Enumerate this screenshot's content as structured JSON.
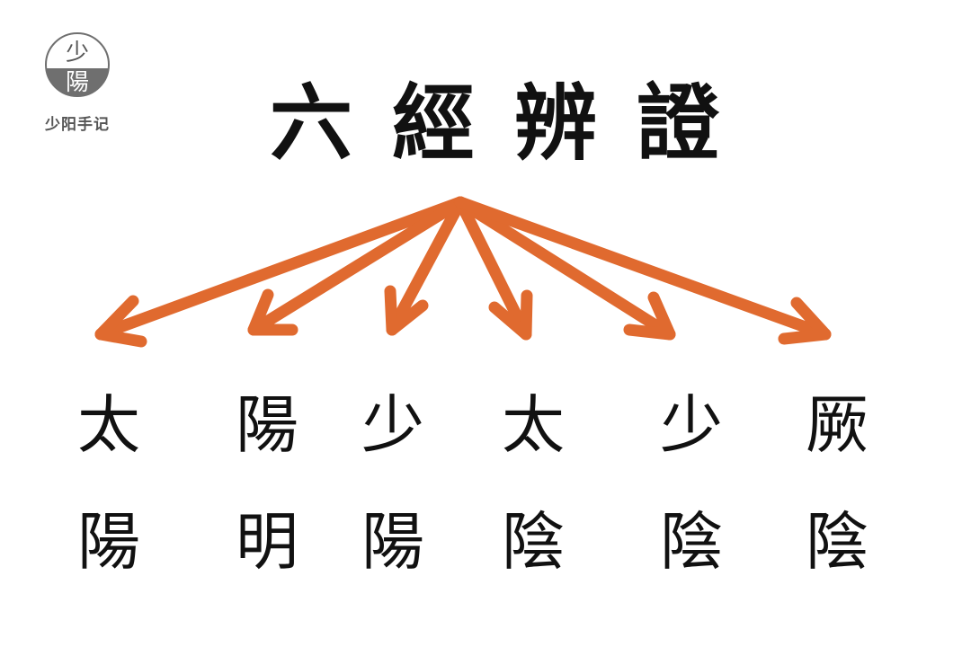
{
  "logo": {
    "seal_text": "少陽",
    "caption": "少阳手记",
    "colors": {
      "top": "#ffffff",
      "bottom": "#6f6f6f",
      "ring": "#6f6f6f"
    }
  },
  "title": {
    "chars": [
      "六",
      "經",
      "辨",
      "證"
    ]
  },
  "arrow_color": "#e06a2f",
  "channels": [
    {
      "top": "太",
      "bottom": "陽"
    },
    {
      "top": "陽",
      "bottom": "明"
    },
    {
      "top": "少",
      "bottom": "陽"
    },
    {
      "top": "太",
      "bottom": "陰"
    },
    {
      "top": "少",
      "bottom": "陰"
    },
    {
      "top": "厥",
      "bottom": "陰"
    }
  ]
}
